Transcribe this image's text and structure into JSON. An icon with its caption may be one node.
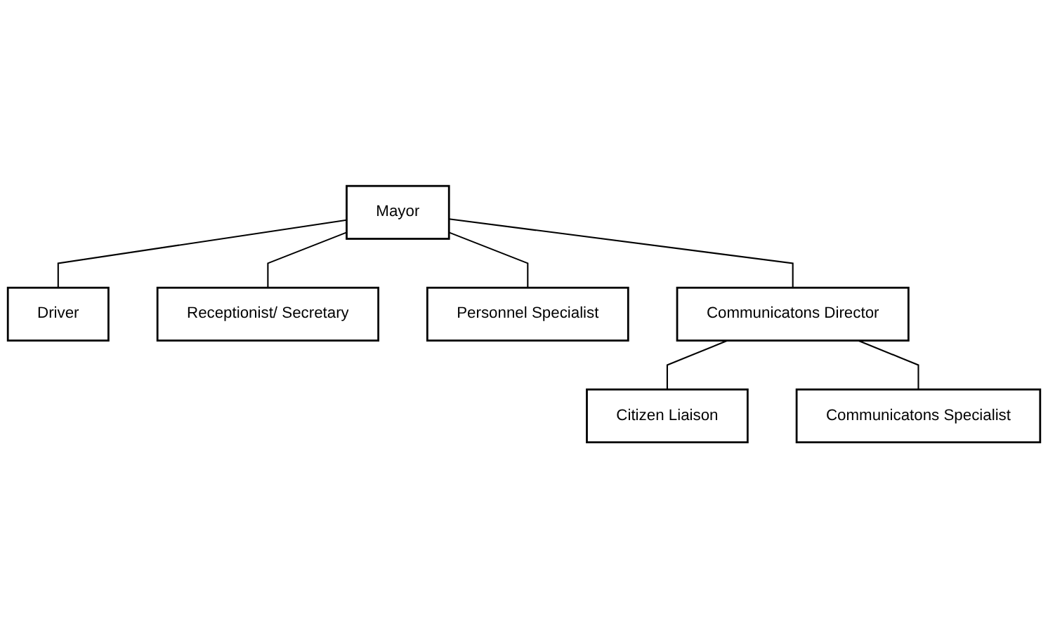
{
  "diagram": {
    "nodes": [
      {
        "text": [
          "Mayor"
        ]
      },
      {
        "text": [
          "Driver"
        ]
      },
      {
        "text": [
          "Receptionist/ Secretary"
        ]
      },
      {
        "text": [
          "Personnel Specialist"
        ]
      },
      {
        "text": [
          "Communicatons Director"
        ]
      },
      {
        "text": [
          "Citizen Liaison"
        ]
      },
      {
        "text": [
          "Communicatons Specialist"
        ]
      }
    ],
    "edges": [
      {
        "from": 0,
        "to": 1,
        "arrow": "none"
      },
      {
        "from": 0,
        "to": 2,
        "arrow": "none"
      },
      {
        "from": 0,
        "to": 3,
        "arrow": "none"
      },
      {
        "from": 0,
        "to": 4,
        "arrow": "none"
      },
      {
        "from": 4,
        "to": 5,
        "arrow": "none"
      },
      {
        "from": 4,
        "to": 6,
        "arrow": "none"
      }
    ]
  }
}
